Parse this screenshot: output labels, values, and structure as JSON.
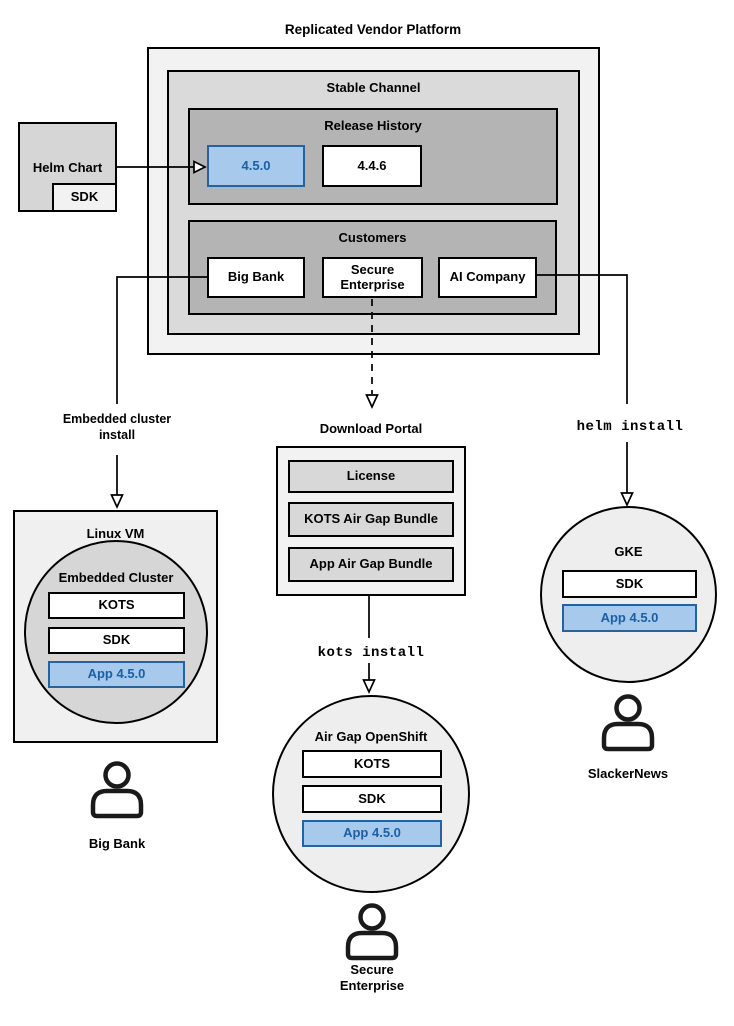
{
  "colors": {
    "highlight_fill": "#a6c9ec",
    "highlight_border": "#24639f",
    "highlight_text": "#1b5fa5"
  },
  "platform": {
    "title": "Replicated Vendor Platform",
    "stable_channel": {
      "title": "Stable Channel",
      "release_history": {
        "title": "Release History",
        "releases": [
          {
            "version": "4.5.0",
            "highlighted": true
          },
          {
            "version": "4.4.6",
            "highlighted": false
          }
        ]
      },
      "customers": {
        "title": "Customers",
        "items": [
          {
            "name": "Big Bank"
          },
          {
            "name": "Secure Enterprise"
          },
          {
            "name": "AI Company"
          }
        ]
      }
    }
  },
  "helm_chart": {
    "label": "Helm Chart",
    "sdk": "SDK"
  },
  "edges": {
    "embedded_cluster_install": "Embedded cluster install",
    "helm_install": "helm install",
    "kots_install": "kots install"
  },
  "download_portal": {
    "title": "Download Portal",
    "items": [
      {
        "label": "License"
      },
      {
        "label": "KOTS Air Gap Bundle"
      },
      {
        "label": "App Air Gap Bundle"
      }
    ]
  },
  "environments": {
    "linux_vm": {
      "title": "Linux VM",
      "cluster_title": "Embedded Cluster",
      "components": [
        {
          "label": "KOTS"
        },
        {
          "label": "SDK"
        }
      ],
      "app": "App 4.5.0",
      "user": "Big Bank"
    },
    "air_gap_openshift": {
      "title": "Air Gap OpenShift",
      "components": [
        {
          "label": "KOTS"
        },
        {
          "label": "SDK"
        }
      ],
      "app": "App 4.5.0",
      "user": "Secure Enterprise"
    },
    "gke": {
      "title": "GKE",
      "components": [
        {
          "label": "SDK"
        }
      ],
      "app": "App 4.5.0",
      "user": "SlackerNews"
    }
  }
}
